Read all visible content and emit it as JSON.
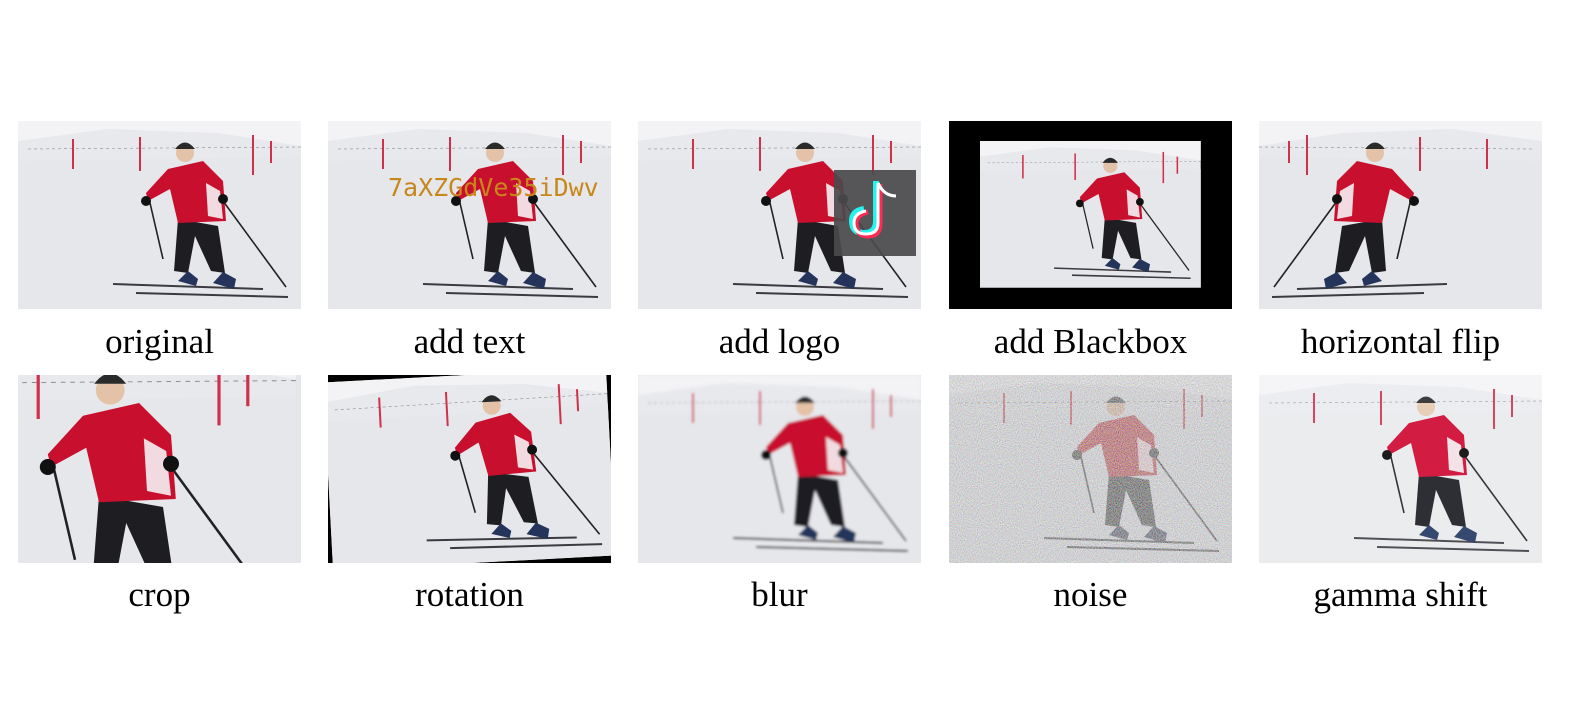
{
  "figure": {
    "row1": [
      {
        "id": "original",
        "caption": "original"
      },
      {
        "id": "add-text",
        "caption": "add text",
        "overlay_text": "7aXZGdVe35iDwv"
      },
      {
        "id": "add-logo",
        "caption": "add logo",
        "logo_icon": "tiktok-logo-icon"
      },
      {
        "id": "add-blackbox",
        "caption": "add Blackbox"
      },
      {
        "id": "horizontal-flip",
        "caption": "horizontal flip"
      }
    ],
    "row2": [
      {
        "id": "crop",
        "caption": "crop"
      },
      {
        "id": "rotation",
        "caption": "rotation"
      },
      {
        "id": "blur",
        "caption": "blur"
      },
      {
        "id": "noise",
        "caption": "noise"
      },
      {
        "id": "gamma-shift",
        "caption": "gamma shift"
      }
    ]
  },
  "colors": {
    "snow": "#e9eaee",
    "sky": "#f2f2f4",
    "jacket": "#c8102e",
    "pants": "#1e1e22",
    "pole_marker": "#d0304a",
    "overlay_text": "#c8871a"
  }
}
